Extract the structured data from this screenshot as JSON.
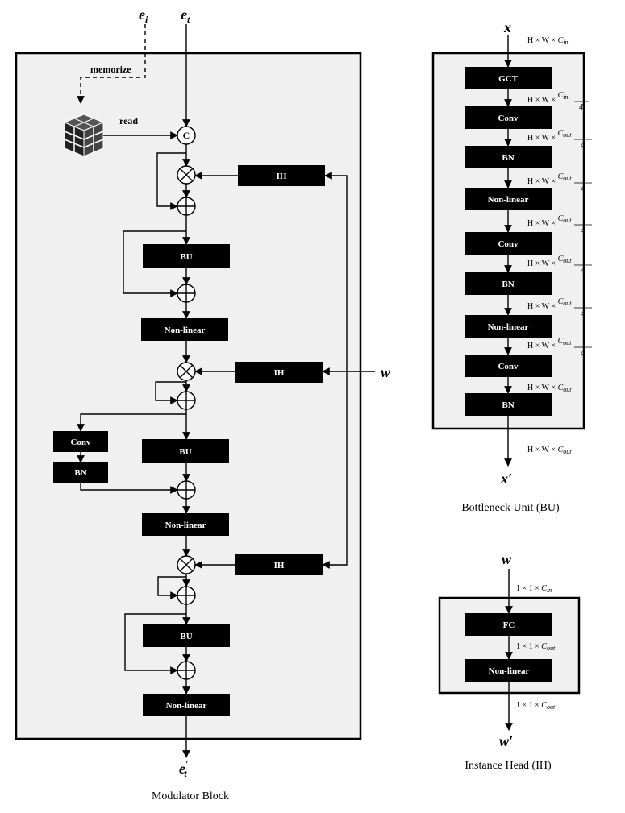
{
  "modulator": {
    "caption": "Modulator Block",
    "ei": "e",
    "ei_sub": "i",
    "et": "e",
    "et_sub": "t",
    "out": "e",
    "out_sub": "t",
    "out_prime": "′",
    "memorize": "memorize",
    "read": "read",
    "concat": "C",
    "w": "w",
    "ih": "IH",
    "bu": "BU",
    "nonlinear": "Non-linear",
    "conv": "Conv",
    "bn": "BN"
  },
  "bottleneck": {
    "caption": "Bottleneck Unit (BU)",
    "input": "x",
    "output": "x′",
    "blocks": [
      "GCT",
      "Conv",
      "BN",
      "Non-linear",
      "Conv",
      "BN",
      "Non-linear",
      "Conv",
      "BN"
    ],
    "dims": [
      {
        "pre": "H × W × ",
        "c": "C",
        "sub": "in",
        "frac": false
      },
      {
        "pre": "H × W × ",
        "c": "C",
        "sub": "in",
        "frac": true,
        "den": "4"
      },
      {
        "pre": "H × W × ",
        "c": "C",
        "sub": "out",
        "frac": true,
        "den": "4"
      },
      {
        "pre": "H × W × ",
        "c": "C",
        "sub": "out",
        "frac": true,
        "den": "4"
      },
      {
        "pre": "H × W × ",
        "c": "C",
        "sub": "out",
        "frac": true,
        "den": "4"
      },
      {
        "pre": "H × W × ",
        "c": "C",
        "sub": "out",
        "frac": true,
        "den": "4"
      },
      {
        "pre": "H × W × ",
        "c": "C",
        "sub": "out",
        "frac": true,
        "den": "4"
      },
      {
        "pre": "H × W × ",
        "c": "C",
        "sub": "out",
        "frac": true,
        "den": "4"
      },
      {
        "pre": "H × W × ",
        "c": "C",
        "sub": "out",
        "frac": false
      },
      {
        "pre": "H × W × ",
        "c": "C",
        "sub": "out",
        "frac": false
      }
    ]
  },
  "instance_head": {
    "caption": "Instance Head (IH)",
    "input": "w",
    "output": "w′",
    "blocks": [
      "FC",
      "Non-linear"
    ],
    "dims": [
      {
        "pre": "1 × 1 × ",
        "c": "C",
        "sub": "in"
      },
      {
        "pre": "1 × 1 × ",
        "c": "C",
        "sub": "out"
      },
      {
        "pre": "1 × 1 × ",
        "c": "C",
        "sub": "out"
      }
    ]
  },
  "colors": {
    "panel_fill": "#f0f0f0",
    "block_fill": "#000000",
    "line": "#000000"
  }
}
